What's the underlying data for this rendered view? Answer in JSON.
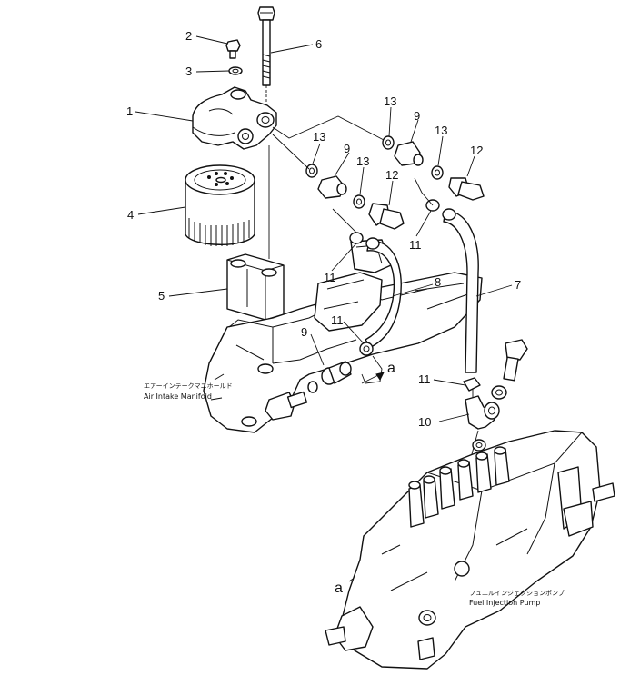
{
  "callouts": {
    "c1": "1",
    "c2": "2",
    "c3": "3",
    "c4": "4",
    "c5": "5",
    "c6": "6",
    "c7": "7",
    "c8": "8",
    "c9a": "9",
    "c9b": "9",
    "c9c": "9",
    "c10": "10",
    "c11a": "11",
    "c11b": "11",
    "c11c": "11",
    "c11d": "11",
    "c12a": "12",
    "c12b": "12",
    "c13a": "13",
    "c13b": "13",
    "c13c": "13",
    "c13d": "13"
  },
  "arrow_labels": {
    "a_upper": "a",
    "a_lower": "a"
  },
  "captions": {
    "manifold_jp": "エアーインテークマニホールド",
    "manifold_en": "Air Intake Manifold",
    "pump_jp": "フュエルインジェクションポンプ",
    "pump_en": "Fuel Injection Pump"
  }
}
